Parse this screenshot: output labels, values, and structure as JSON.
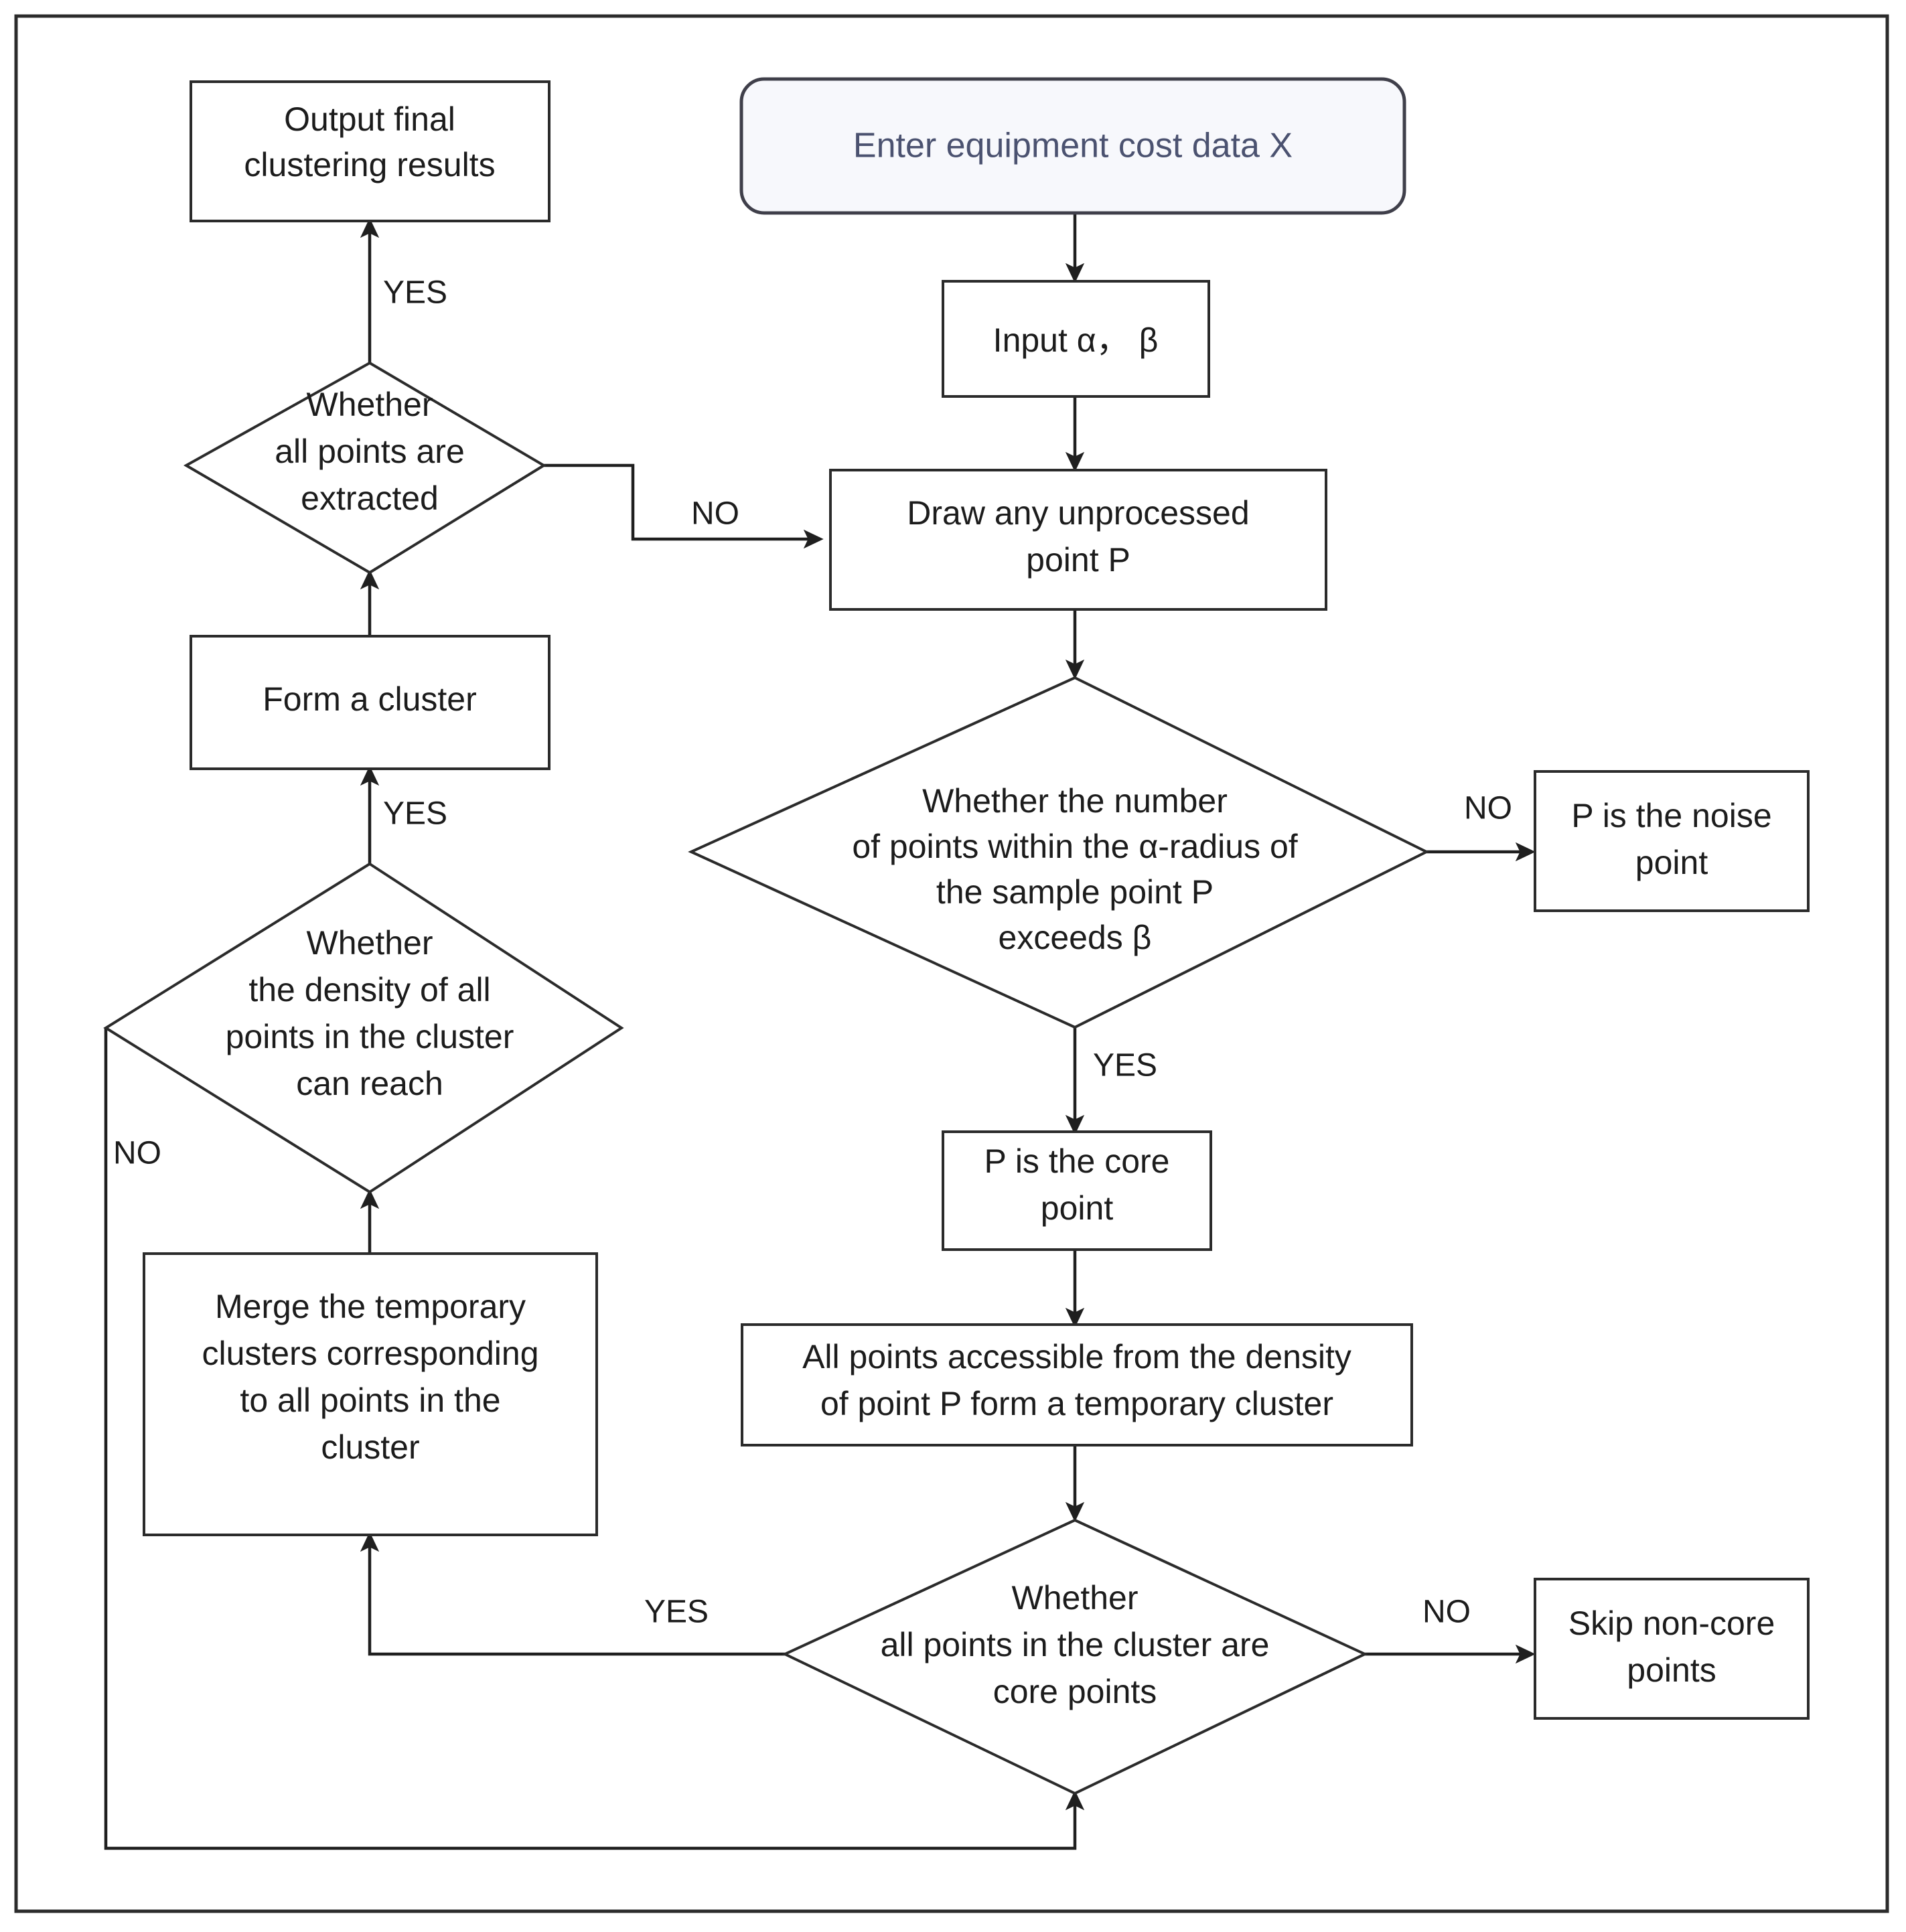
{
  "diagram": {
    "title_visible": false,
    "type": "flowchart",
    "colors": {
      "node_stroke": "#2b2b2b",
      "edge_stroke": "#1f1f1f",
      "node_fill": "#ffffff",
      "start_node_fill": "#f7f8fc",
      "start_node_text": "#4b5270",
      "node_text": "#1c1c1c",
      "frame_stroke": "#2b2b2b"
    },
    "nodes": [
      {
        "id": "start",
        "shape": "rounded-rect",
        "lines": [
          "Enter equipment cost data X"
        ]
      },
      {
        "id": "input-params",
        "shape": "rect",
        "lines": [
          "Input α， β"
        ]
      },
      {
        "id": "draw-point",
        "shape": "rect",
        "lines": [
          "Draw any unprocessed",
          "point P"
        ]
      },
      {
        "id": "check-alpha-beta",
        "shape": "diamond",
        "lines": [
          "Whether the number",
          "of points within the α-radius of",
          "the sample point P",
          "exceeds β"
        ]
      },
      {
        "id": "noise-point",
        "shape": "rect",
        "lines": [
          "P is the noise",
          "point"
        ]
      },
      {
        "id": "core-point",
        "shape": "rect",
        "lines": [
          "P is the core",
          "point"
        ]
      },
      {
        "id": "temp-cluster",
        "shape": "rect",
        "lines": [
          "All points accessible from the density",
          "of point P form a temporary cluster"
        ]
      },
      {
        "id": "check-all-core",
        "shape": "diamond",
        "lines": [
          "Whether",
          "all points in the cluster are",
          "core points"
        ]
      },
      {
        "id": "skip-non-core",
        "shape": "rect",
        "lines": [
          "Skip non-core",
          "points"
        ]
      },
      {
        "id": "merge-clusters",
        "shape": "rect",
        "lines": [
          "Merge the temporary",
          "clusters corresponding",
          "to all points in the",
          "cluster"
        ]
      },
      {
        "id": "check-density-reach",
        "shape": "diamond",
        "lines": [
          "Whether",
          "the density of all",
          "points in the cluster",
          "can reach"
        ]
      },
      {
        "id": "form-cluster",
        "shape": "rect",
        "lines": [
          "Form a cluster"
        ]
      },
      {
        "id": "check-all-extracted",
        "shape": "diamond",
        "lines": [
          "Whether",
          "all points are",
          "extracted"
        ]
      },
      {
        "id": "output-results",
        "shape": "rect",
        "lines": [
          "Output final",
          "clustering results"
        ]
      }
    ],
    "edge_labels": {
      "extracted_yes": "YES",
      "extracted_no": "NO",
      "alpha_beta_no": "NO",
      "alpha_beta_yes": "YES",
      "all_core_no": "NO",
      "all_core_yes": "YES",
      "density_yes": "YES",
      "density_no": "NO"
    },
    "edges": [
      {
        "from": "start",
        "to": "input-params",
        "label": ""
      },
      {
        "from": "input-params",
        "to": "draw-point",
        "label": ""
      },
      {
        "from": "draw-point",
        "to": "check-alpha-beta",
        "label": ""
      },
      {
        "from": "check-alpha-beta",
        "to": "noise-point",
        "label": "NO"
      },
      {
        "from": "check-alpha-beta",
        "to": "core-point",
        "label": "YES"
      },
      {
        "from": "core-point",
        "to": "temp-cluster",
        "label": ""
      },
      {
        "from": "temp-cluster",
        "to": "check-all-core",
        "label": ""
      },
      {
        "from": "check-all-core",
        "to": "skip-non-core",
        "label": "NO"
      },
      {
        "from": "check-all-core",
        "to": "merge-clusters",
        "label": "YES"
      },
      {
        "from": "merge-clusters",
        "to": "check-density-reach",
        "label": ""
      },
      {
        "from": "check-density-reach",
        "to": "form-cluster",
        "label": "YES"
      },
      {
        "from": "check-density-reach",
        "to": "check-all-core",
        "label": "NO"
      },
      {
        "from": "form-cluster",
        "to": "check-all-extracted",
        "label": ""
      },
      {
        "from": "check-all-extracted",
        "to": "output-results",
        "label": "YES"
      },
      {
        "from": "check-all-extracted",
        "to": "draw-point",
        "label": "NO"
      }
    ]
  }
}
